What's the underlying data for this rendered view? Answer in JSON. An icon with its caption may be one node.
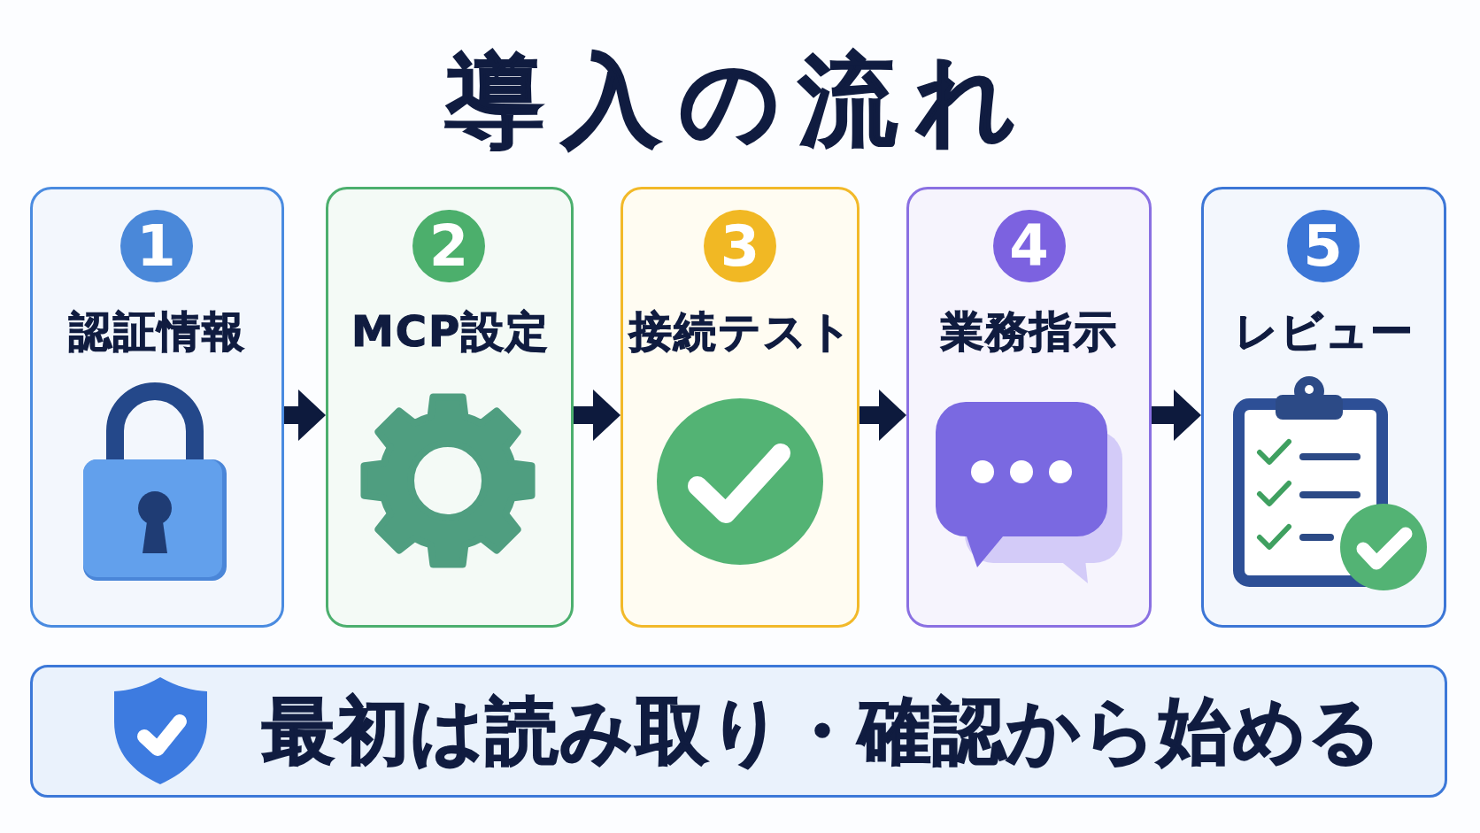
{
  "diagram": {
    "title": "導入の流れ",
    "nodes": [
      {
        "text": [
          "認証情報"
        ]
      },
      {
        "text": [
          "1"
        ],
        "in": 0
      },
      {
        "text": [
          "MCP設定"
        ]
      },
      {
        "text": [
          "2"
        ],
        "in": 2
      },
      {
        "text": [
          "接続テスト"
        ]
      },
      {
        "text": [
          "3"
        ],
        "in": 4
      },
      {
        "text": [
          "業務指示"
        ]
      },
      {
        "text": [
          "4"
        ],
        "in": 6
      },
      {
        "text": [
          "レビュー"
        ]
      },
      {
        "text": [
          "5"
        ],
        "in": 8
      },
      {
        "text": [
          "最初は読み取り・確認から始める"
        ]
      }
    ],
    "edges": [
      {
        "from": 0,
        "to": 2,
        "arrow": "to"
      },
      {
        "from": 2,
        "to": 4,
        "arrow": "to"
      },
      {
        "from": 4,
        "to": 6,
        "arrow": "to"
      },
      {
        "from": 6,
        "to": 8,
        "arrow": "to"
      }
    ]
  }
}
